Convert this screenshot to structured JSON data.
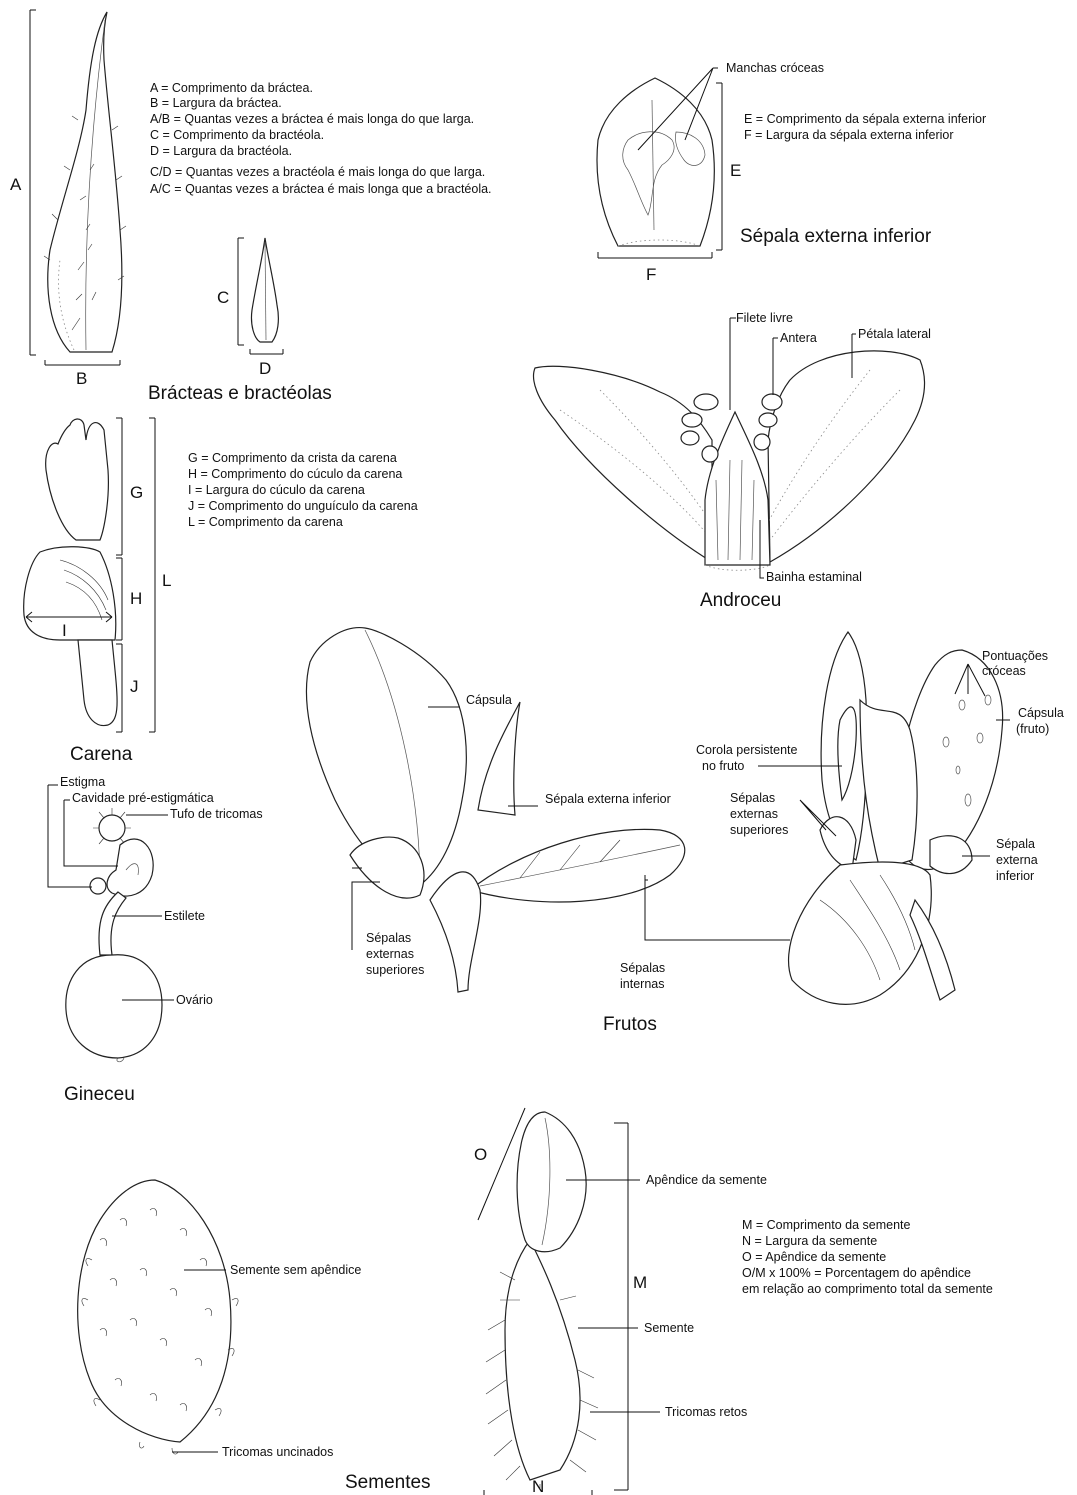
{
  "bracteas": {
    "title": "Brácteas e bractéolas",
    "dim_A": "A",
    "dim_B": "B",
    "dim_C": "C",
    "dim_D": "D",
    "legend": [
      "A = Comprimento da bráctea.",
      "B = Largura da bráctea.",
      "A/B = Quantas vezes a bráctea é mais longa do que larga.",
      "C = Comprimento da bractéola.",
      "D = Largura da bractéola.",
      "C/D = Quantas vezes a bractéola é mais longa do que larga.",
      "A/C = Quantas vezes a bráctea é mais longa que a bractéola."
    ]
  },
  "sepala": {
    "title": "Sépala externa inferior",
    "label_manchas": "Manchas cróceas",
    "dim_E": "E",
    "dim_F": "F",
    "legend": [
      "E = Comprimento da sépala externa inferior",
      "F = Largura da sépala externa inferior"
    ]
  },
  "androceu": {
    "title": "Androceu",
    "label_filete": "Filete livre",
    "label_antera": "Antera",
    "label_petala": "Pétala lateral",
    "label_bainha": "Bainha estaminal"
  },
  "carena": {
    "title": "Carena",
    "dim_G": "G",
    "dim_H": "H",
    "dim_I": "I",
    "dim_J": "J",
    "dim_L": "L",
    "legend": [
      "G = Comprimento da crista da carena",
      "H = Comprimento do cúculo da carena",
      "I = Largura do cúculo da carena",
      "J = Comprimento do unguículo da carena",
      "L = Comprimento da carena"
    ]
  },
  "gineceu": {
    "title": "Gineceu",
    "label_estigma": "Estigma",
    "label_cavidade": "Cavidade pré-estigmática",
    "label_tufo": "Tufo de tricomas",
    "label_estilete": "Estilete",
    "label_ovario": "Ovário"
  },
  "frutos": {
    "title": "Frutos",
    "label_capsula": "Cápsula",
    "label_sepala_ext_inf": "Sépala externa inferior",
    "label_sepalas_ext_sup": [
      "Sépalas",
      "externas",
      "superiores"
    ],
    "label_sepalas_int": [
      "Sépalas",
      "internas"
    ],
    "label_pontuacoes": [
      "Pontuações",
      "cróceas"
    ],
    "label_capsula_fruto": [
      "Cápsula",
      "(fruto)"
    ],
    "label_corola": [
      "Corola persistente",
      "no fruto"
    ],
    "label_sepalas_ext_sup_r": [
      "Sépalas",
      "externas",
      "superiores"
    ],
    "label_sepala_ext_inf_r": [
      "Sépala",
      "externa",
      "inferior"
    ]
  },
  "sementes": {
    "title": "Sementes",
    "label_sem_apendice": "Semente sem apêndice",
    "label_uncinados": "Tricomas uncinados",
    "label_apendice": "Apêndice da semente",
    "label_semente": "Semente",
    "label_retos": "Tricomas retos",
    "dim_M": "M",
    "dim_N": "N",
    "dim_O": "O",
    "legend": [
      "M = Comprimento da semente",
      "N = Largura da semente",
      "O = Apêndice da semente",
      "O/M x 100% = Porcentagem do apêndice",
      "em relação ao comprimento total da semente"
    ]
  }
}
